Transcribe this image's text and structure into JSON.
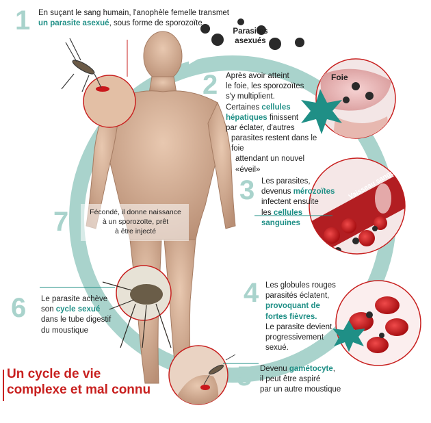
{
  "title": {
    "line1": "Un cycle de vie",
    "line2": "complexe et mal connu"
  },
  "labels": {
    "parasites": "Parasites\nasexués",
    "foie": "Foie",
    "vaisseau": "Vaisseau sanguin"
  },
  "steps": [
    {
      "number": "1",
      "line1": "En suçant le sang humain, l'anophèle femelle transmet",
      "highlight": "un parasite asexué",
      "rest": ", sous forme de sporozoïte"
    },
    {
      "number": "2",
      "a": "Après avoir atteint",
      "b": "le foie, les sporozoïtes",
      "c": "s'y multiplient.",
      "d": "Certaines ",
      "h1": "cellules",
      "h2": "hépatiques",
      "e": " finissent",
      "f": "par éclater, d'autres",
      "g": "parasites restent dans le foie",
      "i": "attendant un nouvel «éveil»"
    },
    {
      "number": "3",
      "a": "Les parasites,",
      "b": "devenus ",
      "h1": "mérozoïtes",
      "c": "infectent ensuite",
      "d": "les ",
      "h2": "cellules sanguines"
    },
    {
      "number": "4",
      "a": "Les globules rouges",
      "b": "parasités éclatent,",
      "h1": "provoquant de",
      "h2": "fortes fièvres.",
      "c": "Le parasite devient",
      "d": "progressivement",
      "e": "sexué."
    },
    {
      "number": "5",
      "a": "Devenu ",
      "h1": "gamétocyte",
      "b": ",",
      "c": "il peut être aspiré",
      "d": "par un autre moustique"
    },
    {
      "number": "6",
      "a": "Le parasite achève",
      "b": "son ",
      "h1": "cycle sexué",
      "c": "dans le tube digestif",
      "d": "du moustique"
    },
    {
      "number": "7",
      "a": "Fécondé, il donne naissance",
      "b": "à un sporozoïte, prêt",
      "c": "à être injecté"
    }
  ],
  "colors": {
    "cycle": "#a9d3cc",
    "accent": "#1f8f86",
    "title": "#c8201f",
    "skin": "#d9b39a",
    "blood": "#c9181c"
  }
}
